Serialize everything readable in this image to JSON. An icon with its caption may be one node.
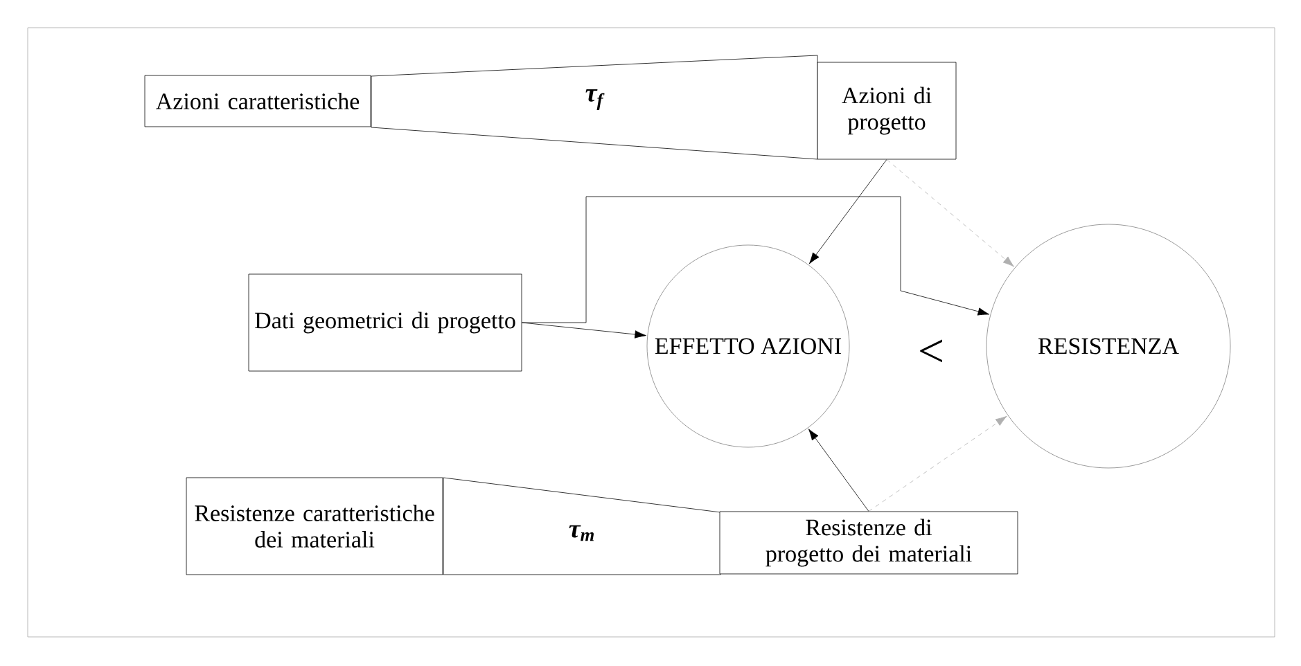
{
  "diagram": {
    "nodes": [
      {
        "text": [
          "Azioni caratteristiche"
        ]
      },
      {
        "text": [
          "τ$_{f}$"
        ]
      },
      {
        "text": [
          "Azioni di progetto"
        ]
      },
      {
        "text": [
          "Dati geometrici di progetto"
        ]
      },
      {
        "text": [
          "EFFETTO AZIONI"
        ]
      },
      {
        "text": [
          "RESISTENZA"
        ]
      },
      {
        "text": [
          "Resistenze caratteristiche dei materiali"
        ]
      },
      {
        "text": [
          "τ$_{m}$"
        ]
      },
      {
        "text": [
          "Resistenze di progetto dei materiali"
        ]
      }
    ],
    "edges": [
      {
        "from": 2,
        "to": 4,
        "arrow": "to"
      },
      {
        "from": 2,
        "to": 5,
        "arrow": "to",
        "style": "dashed",
        "color": "#b0b0b0"
      },
      {
        "from": 3,
        "to": 4,
        "arrow": "to"
      },
      {
        "from": 3,
        "to": 5,
        "arrow": "to"
      },
      {
        "from": 8,
        "to": 4,
        "arrow": "to"
      },
      {
        "from": 8,
        "to": 5,
        "arrow": "to",
        "style": "dashed",
        "color": "#b0b0b0"
      }
    ],
    "labels": [
      "<"
    ]
  }
}
